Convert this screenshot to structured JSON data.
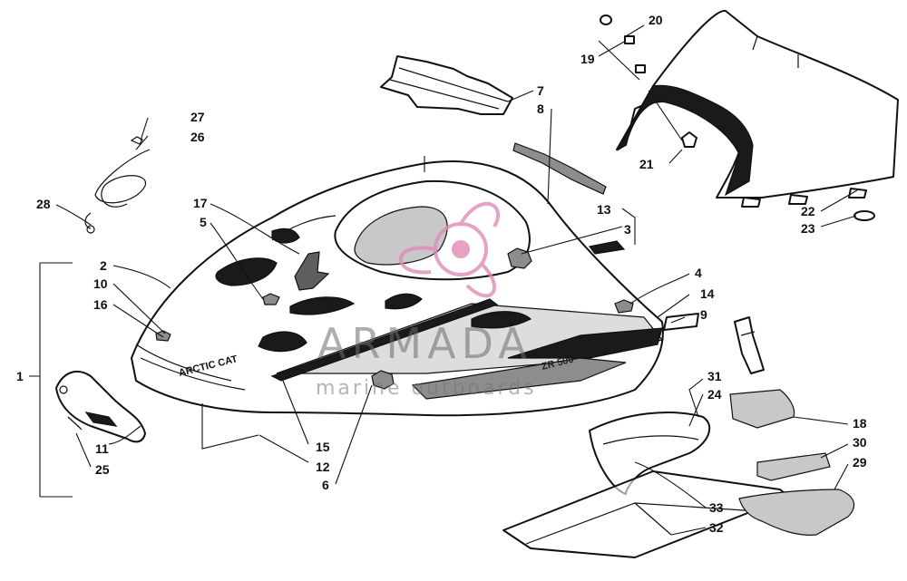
{
  "watermark": {
    "title": "ARMADA",
    "subtitle": "marine outboards",
    "logo_color": "#e08bb5"
  },
  "decals": {
    "brand": "ARCTIC CAT",
    "model": "ZR 500"
  },
  "callouts": [
    "1",
    "2",
    "3",
    "4",
    "5",
    "6",
    "7",
    "8",
    "9",
    "10",
    "11",
    "12",
    "13",
    "14",
    "15",
    "16",
    "17",
    "18",
    "19",
    "20",
    "21",
    "22",
    "23",
    "24",
    "25",
    "26",
    "27",
    "28",
    "29",
    "30",
    "31",
    "32",
    "33"
  ]
}
